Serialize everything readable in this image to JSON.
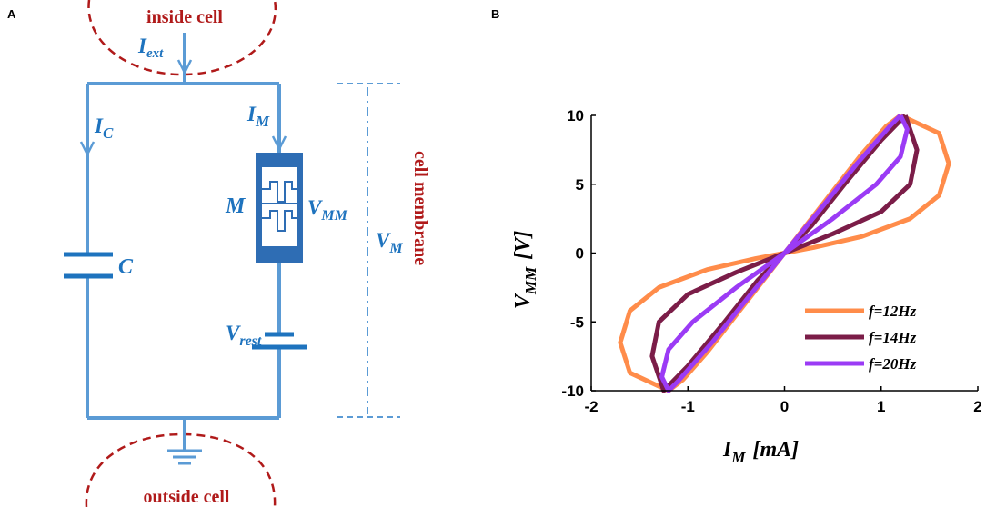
{
  "panel_a": {
    "letter": "A",
    "inside_label": "inside cell",
    "outside_label": "outside cell",
    "membrane_label": "cell membrane",
    "labels": {
      "i_ext": {
        "main": "I",
        "sub": "ext"
      },
      "i_c": {
        "main": "I",
        "sub": "C"
      },
      "i_m": {
        "main": "I",
        "sub": "M"
      },
      "m": "M",
      "v_mm": {
        "main": "V",
        "sub": "MM"
      },
      "v_m": {
        "main": "V",
        "sub": "M"
      },
      "c": "C",
      "v_rest": {
        "main": "V",
        "sub": "rest"
      }
    },
    "colors": {
      "circuit": "#5b9bd5",
      "label": "#1e73be",
      "cell": "#b01a1a",
      "memristor": "#2e6db4"
    }
  },
  "panel_b": {
    "letter": "B",
    "chart_data": {
      "type": "line",
      "xlabel": {
        "main": "I",
        "sub": "M",
        "unit": "[mA]"
      },
      "ylabel": {
        "main": "V",
        "sub": "MM",
        "unit": "[V]"
      },
      "xlim": [
        -2,
        2
      ],
      "ylim": [
        -10,
        10
      ],
      "x_ticks": [
        "-2",
        "-1",
        "0",
        "1",
        "2"
      ],
      "y_ticks": [
        "10",
        "5",
        "0",
        "-5",
        "-10"
      ],
      "grid": false,
      "legend_position": "bottom-right",
      "series": [
        {
          "name": "f=12Hz",
          "color": "#ff8c4a",
          "points": [
            [
              1.2,
              10
            ],
            [
              1.6,
              8.7
            ],
            [
              1.7,
              6.5
            ],
            [
              1.6,
              4.2
            ],
            [
              1.3,
              2.5
            ],
            [
              0.8,
              1.2
            ],
            [
              0.3,
              0.4
            ],
            [
              0,
              0
            ],
            [
              -0.3,
              -0.4
            ],
            [
              -0.8,
              -1.2
            ],
            [
              -1.3,
              -2.5
            ],
            [
              -1.6,
              -4.2
            ],
            [
              -1.7,
              -6.5
            ],
            [
              -1.6,
              -8.7
            ],
            [
              -1.2,
              -10
            ],
            [
              -1.05,
              -9.2
            ],
            [
              -0.8,
              -7.2
            ],
            [
              -0.5,
              -4.5
            ],
            [
              -0.2,
              -1.8
            ],
            [
              0,
              0
            ],
            [
              0.2,
              1.8
            ],
            [
              0.5,
              4.5
            ],
            [
              0.8,
              7.2
            ],
            [
              1.05,
              9.2
            ],
            [
              1.2,
              10
            ]
          ]
        },
        {
          "name": "f=14Hz",
          "color": "#7b1d48",
          "points": [
            [
              1.25,
              10
            ],
            [
              1.37,
              7.5
            ],
            [
              1.3,
              5
            ],
            [
              1,
              3
            ],
            [
              0.5,
              1.4
            ],
            [
              0,
              0
            ],
            [
              -0.5,
              -1.4
            ],
            [
              -1,
              -3
            ],
            [
              -1.3,
              -5
            ],
            [
              -1.37,
              -7.5
            ],
            [
              -1.25,
              -10
            ],
            [
              -1,
              -8.2
            ],
            [
              -0.62,
              -5
            ],
            [
              -0.28,
              -2
            ],
            [
              0,
              0
            ],
            [
              0.28,
              2
            ],
            [
              0.62,
              5
            ],
            [
              1,
              8.2
            ],
            [
              1.25,
              10
            ]
          ]
        },
        {
          "name": "f=20Hz",
          "color": "#9b3bf5",
          "points": [
            [
              1.2,
              10
            ],
            [
              1.27,
              9
            ],
            [
              1.2,
              7
            ],
            [
              0.95,
              5
            ],
            [
              0.5,
              2.5
            ],
            [
              0,
              0
            ],
            [
              -0.5,
              -2.5
            ],
            [
              -0.95,
              -5
            ],
            [
              -1.2,
              -7
            ],
            [
              -1.27,
              -9
            ],
            [
              -1.2,
              -10
            ],
            [
              -1.1,
              -9.3
            ],
            [
              -0.75,
              -6.5
            ],
            [
              -0.35,
              -3
            ],
            [
              0,
              0
            ],
            [
              0.35,
              3
            ],
            [
              0.75,
              6.5
            ],
            [
              1.1,
              9.3
            ],
            [
              1.2,
              10
            ]
          ]
        }
      ]
    }
  }
}
